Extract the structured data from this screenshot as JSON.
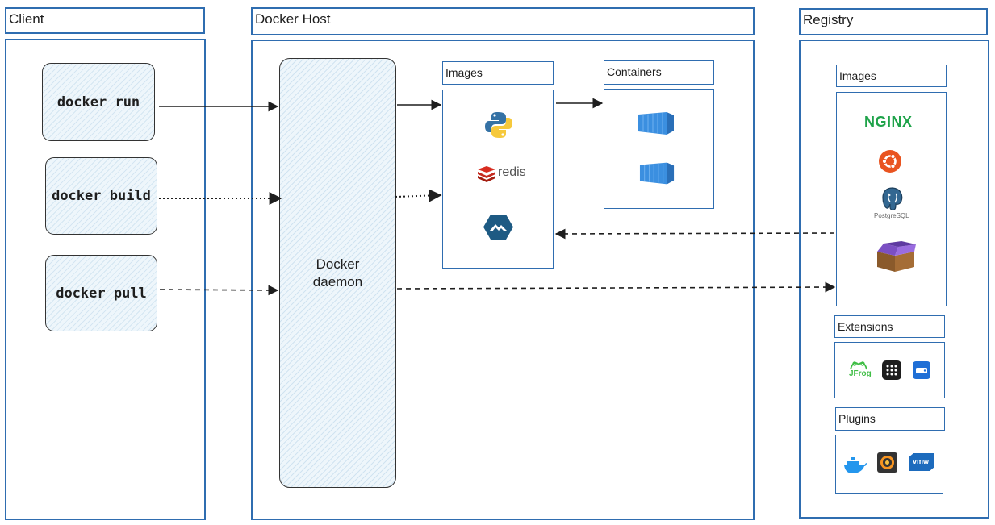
{
  "client": {
    "title": "Client",
    "commands": [
      "docker run",
      "docker build",
      "docker pull"
    ]
  },
  "host": {
    "title": "Docker Host",
    "daemon_line1": "Docker",
    "daemon_line2": "daemon",
    "images_label": "Images",
    "containers_label": "Containers",
    "redis_text": "redis"
  },
  "registry": {
    "title": "Registry",
    "images_label": "Images",
    "extensions_label": "Extensions",
    "plugins_label": "Plugins",
    "nginx_text": "NGINX",
    "postgres_text": "PostgreSQL",
    "jfrog_text": "JFrog",
    "vmw_text": "vmw"
  },
  "colors": {
    "border": "#2f6db0",
    "container_blue": "#3b8fe0",
    "nginx_green": "#1fa34a",
    "ubuntu_orange": "#e95420",
    "redis_red": "#d82c20"
  }
}
